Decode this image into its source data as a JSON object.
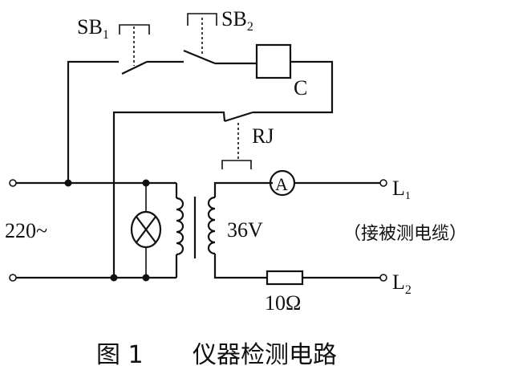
{
  "diagram": {
    "type": "circuit",
    "labels": {
      "sb1": "SB",
      "sb1_sub": "1",
      "sb2": "SB",
      "sb2_sub": "2",
      "contactor": "C",
      "relay": "RJ",
      "source": "220~",
      "secondary_voltage": "36V",
      "ammeter": "A",
      "l1": "L",
      "l1_sub": "1",
      "l2": "L",
      "l2_sub": "2",
      "resistor": "10Ω",
      "cable_note": "（接被测电缆）"
    },
    "caption": {
      "figure": "图 1",
      "title": "仪器检测电路"
    },
    "components": [
      {
        "id": "SB1",
        "kind": "push-button switch (normally open)"
      },
      {
        "id": "SB2",
        "kind": "push-button switch (normally closed)"
      },
      {
        "id": "C",
        "kind": "contactor coil"
      },
      {
        "id": "RJ",
        "kind": "relay contact"
      },
      {
        "id": "lamp",
        "kind": "indicator lamp"
      },
      {
        "id": "T",
        "kind": "transformer 220V to 36V"
      },
      {
        "id": "A",
        "kind": "ammeter"
      },
      {
        "id": "R",
        "kind": "resistor",
        "value": "10Ω"
      }
    ]
  }
}
